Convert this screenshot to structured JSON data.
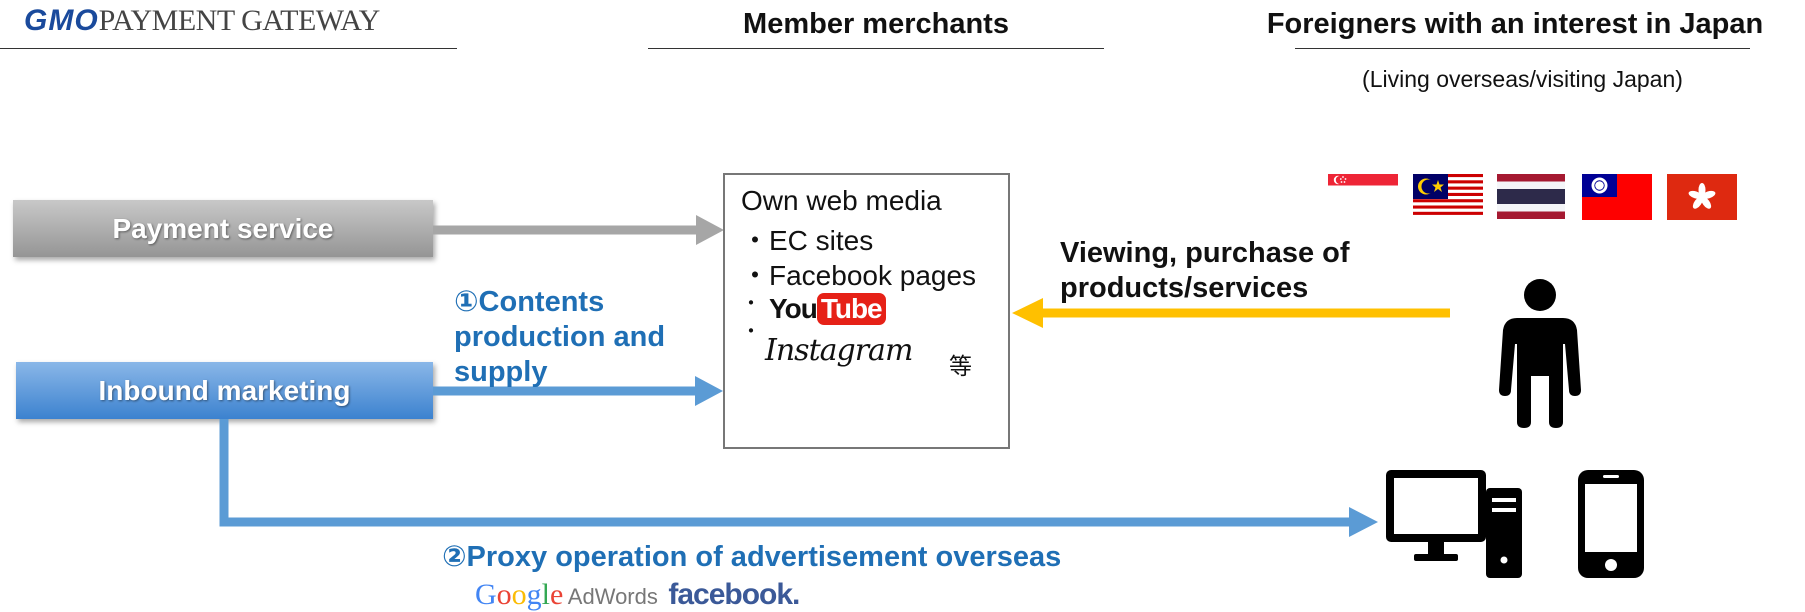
{
  "header": {
    "logo_prefix": "GMO",
    "logo_name": "PAYMENT GATEWAY",
    "col_merchants": "Member merchants",
    "col_foreigners": "Foreigners with an interest in Japan",
    "col_foreigners_sub": "(Living overseas/visiting Japan)"
  },
  "services": {
    "payment": "Payment service",
    "inbound": "Inbound marketing"
  },
  "media": {
    "title": "Own web media",
    "items": [
      "・EC sites",
      "・Facebook pages",
      "・",
      "・"
    ],
    "youtube_you": "You",
    "youtube_tube": "Tube",
    "instagram": "Instagram",
    "etc": "等"
  },
  "labels": {
    "contents_line1": "①Contents",
    "contents_line2": "production and",
    "contents_line3": "supply",
    "viewing_line1": "Viewing, purchase of",
    "viewing_line2": "products/services",
    "proxy": "②Proxy operation of advertisement overseas"
  },
  "ad_platforms": {
    "google": "Google",
    "adwords": "AdWords",
    "facebook": "facebook."
  },
  "flags": [
    "singapore-flag",
    "malaysia-flag",
    "thailand-flag",
    "taiwan-flag",
    "hong-kong-flag"
  ],
  "colors": {
    "gray_arrow": "#a6a6a6",
    "blue_arrow": "#5b9bd5",
    "yellow_arrow": "#ffc000",
    "blue_text": "#1f6fb5"
  }
}
